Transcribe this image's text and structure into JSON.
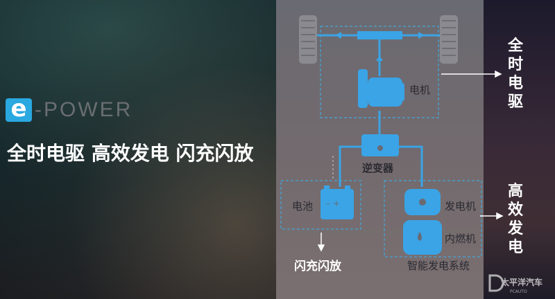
{
  "logo": {
    "e": "e",
    "text": "-POWER"
  },
  "slogan": "全时电驱 高效发电 闪充闪放",
  "diagram": {
    "motor": "电机",
    "inverter": "逆变器",
    "battery": "电池",
    "generator": "发电机",
    "engine": "内燃机",
    "system": "智能发电系统",
    "flash": "闪充闪放",
    "right_top": [
      "全",
      "时",
      "电",
      "驱"
    ],
    "right_bottom": [
      "高",
      "效",
      "发",
      "电"
    ]
  },
  "watermark": {
    "cn": "太平洋汽车",
    "en": "PCAUTO"
  },
  "colors": {
    "accent": "#3aa4e6"
  }
}
